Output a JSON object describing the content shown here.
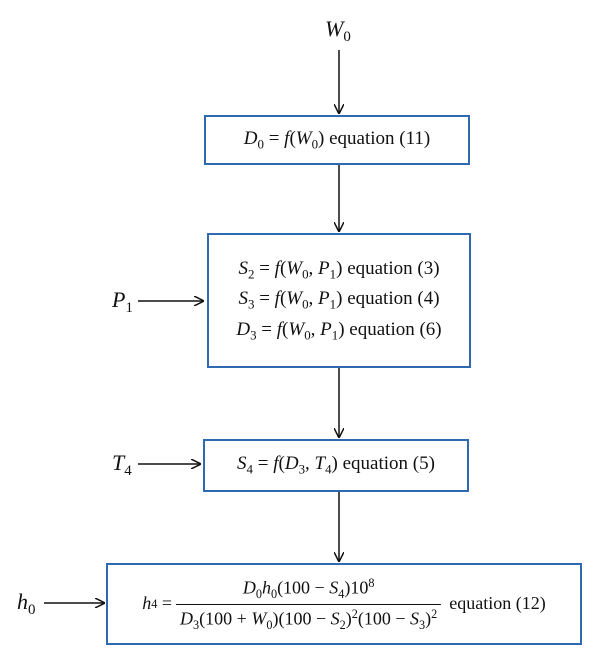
{
  "inputs": {
    "w0": "W",
    "w0_sub": "0",
    "p1": "P",
    "p1_sub": "1",
    "t4": "T",
    "t4_sub": "4",
    "h0": "h",
    "h0_sub": "0"
  },
  "box1": {
    "text": "equation (11)"
  },
  "box2": {
    "line1_ref": "equation (3)",
    "line2_ref": "equation (4)",
    "line3_ref": "equation (6)"
  },
  "box3": {
    "text": "equation (5)"
  },
  "box4": {
    "ref": "equation (12)"
  },
  "colors": {
    "box_border": "#2f6ab0",
    "arrow": "#111111"
  }
}
